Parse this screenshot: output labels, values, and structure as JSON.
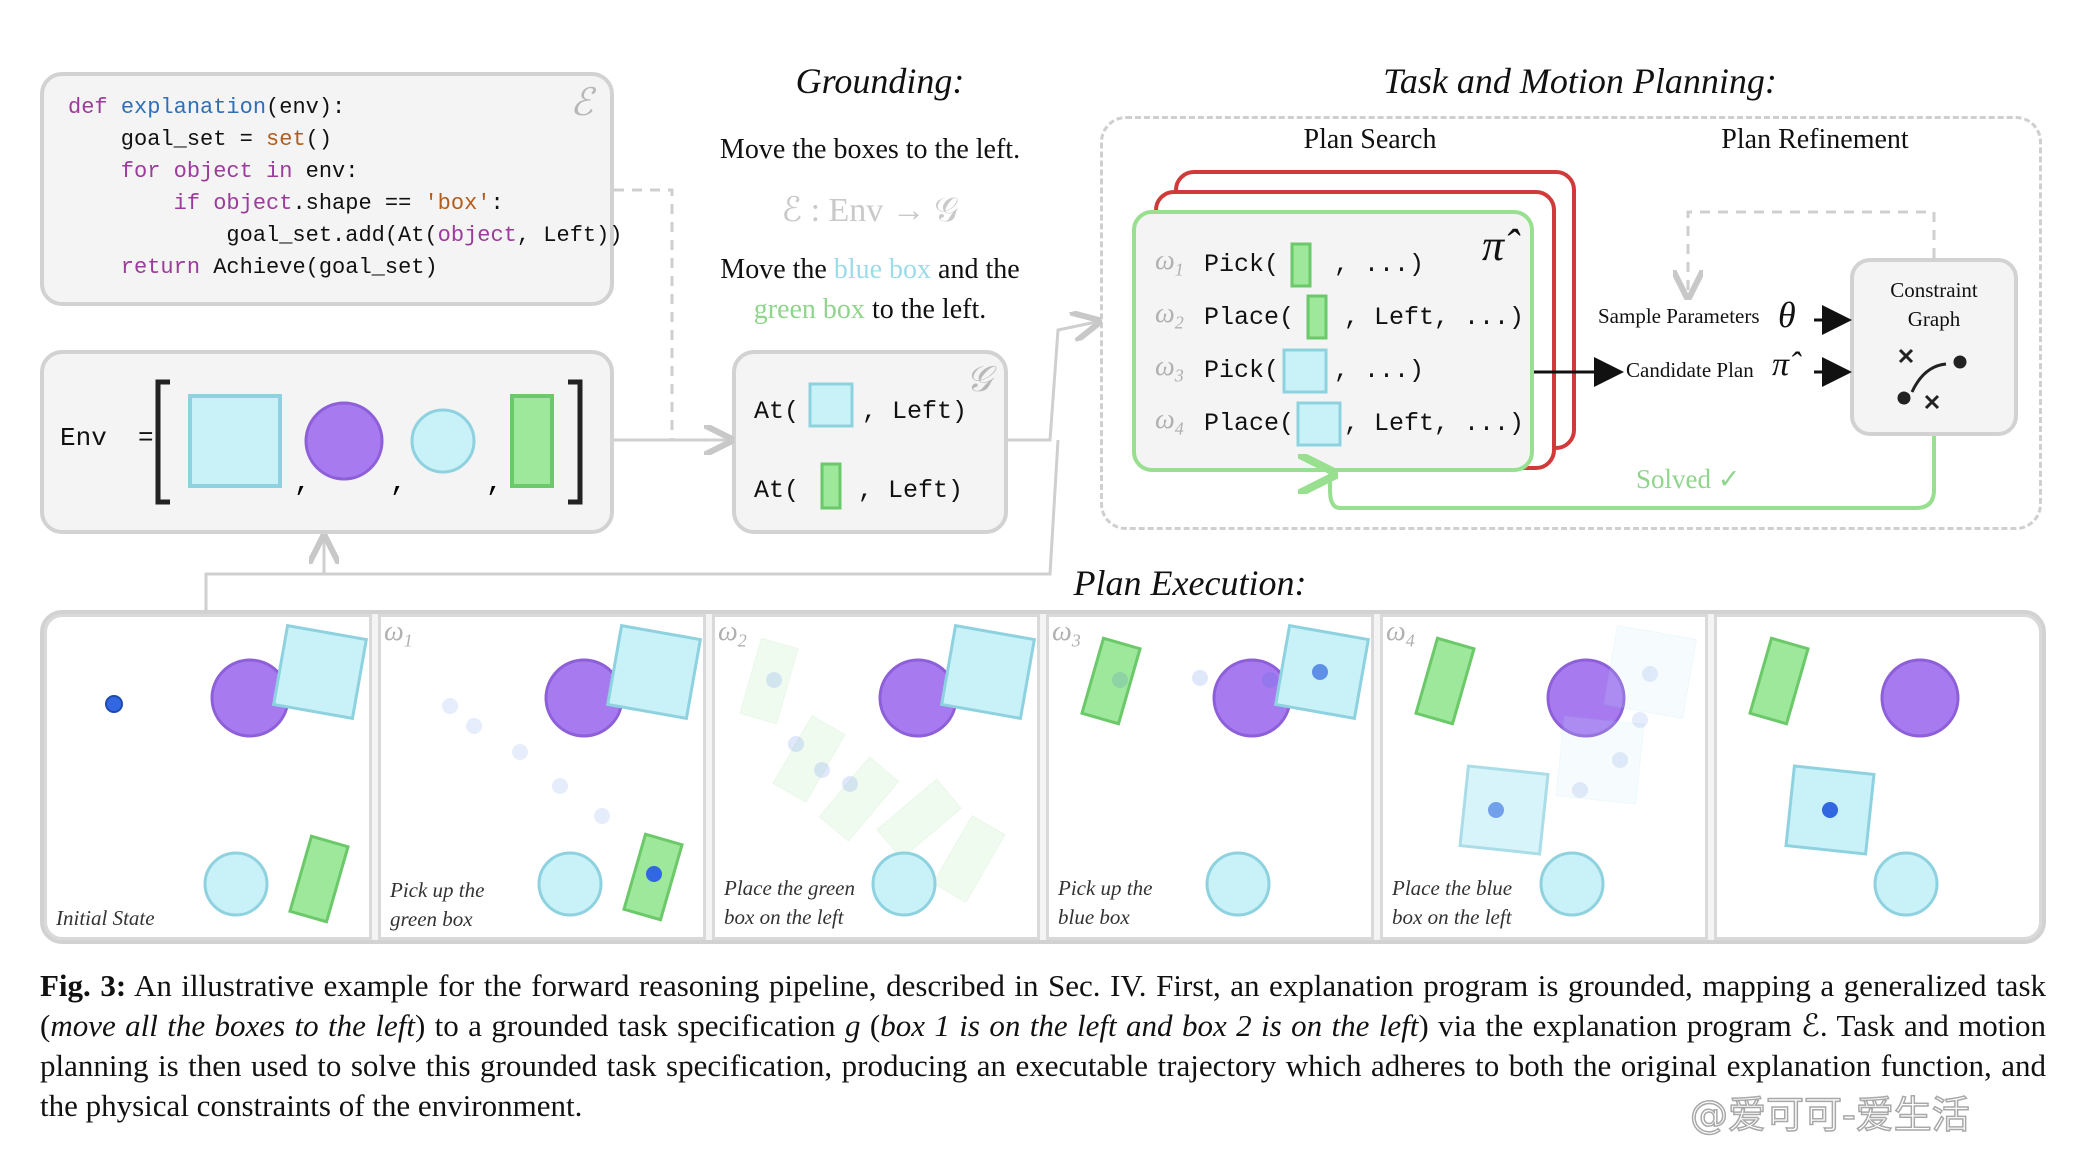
{
  "code": {
    "line1_def": "def",
    "line1_fn": "explanation",
    "line1_rest": "(env):",
    "line2": "    goal_set = ",
    "line2_set": "set",
    "line2_end": "()",
    "line3_for": "    for",
    "line3_object": " object ",
    "line3_in": "in",
    "line3_env": " env:",
    "line4_if": "        if",
    "line4_object": " object",
    "line4_mid": ".shape == ",
    "line4_str": "'box'",
    "line4_end": ":",
    "line5_start": "            goal_set.add(At(",
    "line5_object": "object",
    "line5_end": ", Left))",
    "line6_return": "    return",
    "line6_rest": " Achieve(goal_set)",
    "symbol": "ℰ"
  },
  "env": {
    "label": "Env  =",
    "objects": [
      "blue-box",
      "purple-circle",
      "blue-circle",
      "green-box"
    ]
  },
  "grounding": {
    "title": "Grounding:",
    "instruction1": "Move the boxes to the left.",
    "mapping": "ℰ : Env → 𝒢",
    "instruction2_a": "Move the ",
    "instruction2_blue": "blue box",
    "instruction2_b": " and the",
    "instruction2_green": "green box",
    "instruction2_c": " to the left.",
    "goal_line1_a": "At(",
    "goal_line1_b": ", Left)",
    "goal_line2_a": "At(",
    "goal_line2_b": ", Left)",
    "symbol": "𝒢"
  },
  "tamp": {
    "title": "Task and Motion Planning:",
    "plan_search": "Plan Search",
    "plan_refinement": "Plan Refinement",
    "pi_hat": "π̂",
    "steps": [
      {
        "omega": "1",
        "a": "Pick(",
        "b": ", ...)"
      },
      {
        "omega": "2",
        "a": "Place(",
        "b": ", Left, ...)"
      },
      {
        "omega": "3",
        "a": "Pick(",
        "b": ", ...)"
      },
      {
        "omega": "4",
        "a": "Place(",
        "b": ", Left, ...)"
      }
    ],
    "sample_params": "Sample Parameters",
    "theta": "θ",
    "candidate_plan": "Candidate Plan",
    "constraint_graph_1": "Constraint",
    "constraint_graph_2": "Graph",
    "solved": "Solved ✓"
  },
  "execution": {
    "title": "Plan Execution:",
    "cells": [
      {
        "omega": "",
        "label_1": "Initial State",
        "label_2": ""
      },
      {
        "omega": "1",
        "label_1": "Pick up the",
        "label_2": "green box"
      },
      {
        "omega": "2",
        "label_1": "Place the green",
        "label_2": "box on the left"
      },
      {
        "omega": "3",
        "label_1": "Pick up the",
        "label_2": "blue box"
      },
      {
        "omega": "4",
        "label_1": "Place the blue",
        "label_2": "box on the left"
      },
      {
        "omega": "",
        "label_1": "",
        "label_2": ""
      }
    ]
  },
  "caption": {
    "fig": "Fig. 3:",
    "t1": " An illustrative example for the forward reasoning pipeline, described in Sec. IV. First, an explanation program is grounded, mapping a generalized task (",
    "i1": "move all the boxes to the left",
    "t2": ") to a grounded task specification ",
    "i2": "g",
    "t3": " (",
    "i3": "box 1 is on the left and box 2 is on the left",
    "t4": ") via the explanation program ℰ. Task and motion planning is then used to solve this grounded task specification, producing an executable trajectory which adheres to both the original explanation function, and the physical constraints of the environment.",
    "watermark": "@爱可可-爱生活"
  },
  "colors": {
    "blue_fill": "#c9f1f8",
    "blue_stroke": "#8ed2e0",
    "green_fill": "#9de89b",
    "green_stroke": "#6cc96a",
    "purple": "#a77af0",
    "red_frame": "#d03a3a",
    "green_frame": "#98df8f",
    "dot_blue": "#3167e0"
  }
}
